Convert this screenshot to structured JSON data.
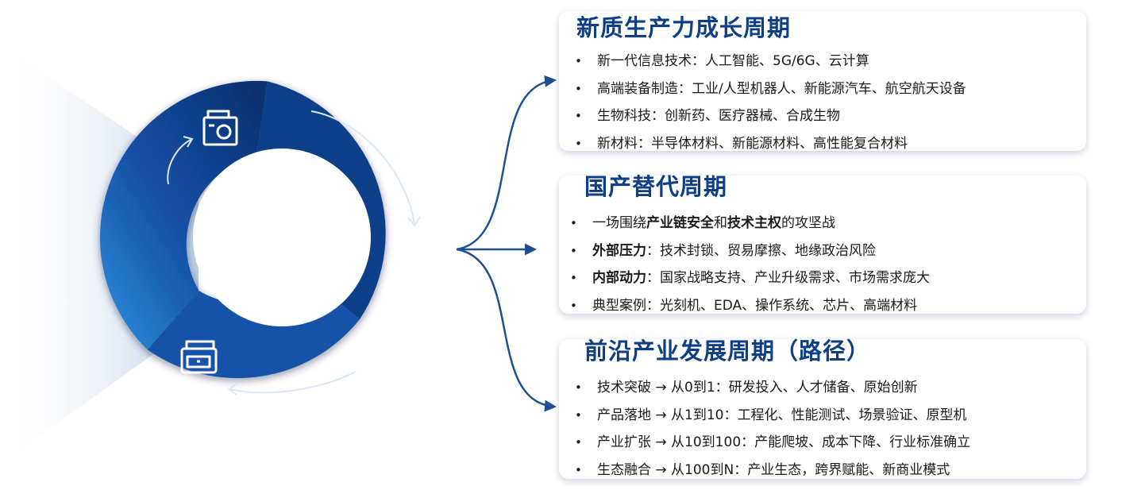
{
  "colors": {
    "ring_dark": "#0c3a7e",
    "ring_light": "#2a86d6",
    "title": "#0e3f86",
    "connector": "#1d4f93",
    "fan": "#c7d8ea"
  },
  "icons": {
    "top": "camera-icon",
    "right": "radio-icon",
    "bottom": "printer-icon"
  },
  "cycles": [
    {
      "title": "新质生产力成长周期",
      "items": [
        [
          {
            "t": "新一代信息技术：人工智能、5G/6G、云计算"
          }
        ],
        [
          {
            "t": "高端装备制造：工业/人型机器人、新能源汽车、航空航天设备"
          }
        ],
        [
          {
            "t": "生物科技：创新药、医疗器械、合成生物"
          }
        ],
        [
          {
            "t": "新材料：半导体材料、新能源材料、高性能复合材料"
          }
        ]
      ]
    },
    {
      "title": "国产替代周期",
      "items": [
        [
          {
            "t": "一场围绕"
          },
          {
            "t": "产业链安全",
            "b": true
          },
          {
            "t": "和"
          },
          {
            "t": "技术主权",
            "b": true
          },
          {
            "t": "的攻坚战"
          }
        ],
        [
          {
            "t": "外部压力",
            "b": true
          },
          {
            "t": "：技术封锁、贸易摩擦、地缘政治风险"
          }
        ],
        [
          {
            "t": "内部动力",
            "b": true
          },
          {
            "t": "：国家战略支持、产业升级需求、市场需求庞大"
          }
        ],
        [
          {
            "t": "典型案例：光刻机、EDA、操作系统、芯片、高端材料"
          }
        ]
      ]
    },
    {
      "title": "前沿产业发展周期（路径）",
      "items": [
        [
          {
            "t": "技术突破 → 从0到1：研发投入、人才储备、原始创新"
          }
        ],
        [
          {
            "t": "产品落地 → 从1到10：工程化、性能测试、场景验证、原型机"
          }
        ],
        [
          {
            "t": "产业扩张 → 从10到100：产能爬坡、成本下降、行业标准确立"
          }
        ],
        [
          {
            "t": "生态融合 → 从100到N：产业生态，跨界赋能、新商业模式"
          }
        ]
      ]
    }
  ]
}
